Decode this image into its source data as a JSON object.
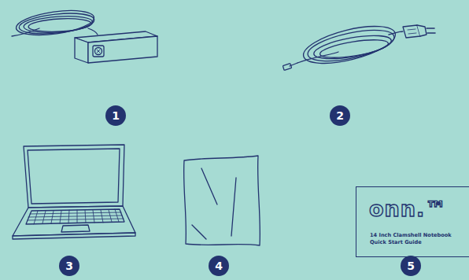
{
  "diagram": {
    "nodes": [
      {
        "text": [
          "1"
        ]
      },
      {
        "text": [
          "2"
        ]
      },
      {
        "text": [
          "onn.™",
          "14 Inch Clamshell Notebook Quick Start Guide"
        ]
      },
      {
        "text": [
          "3"
        ]
      },
      {
        "text": [
          "4"
        ]
      },
      {
        "text": [
          "5"
        ]
      }
    ]
  }
}
